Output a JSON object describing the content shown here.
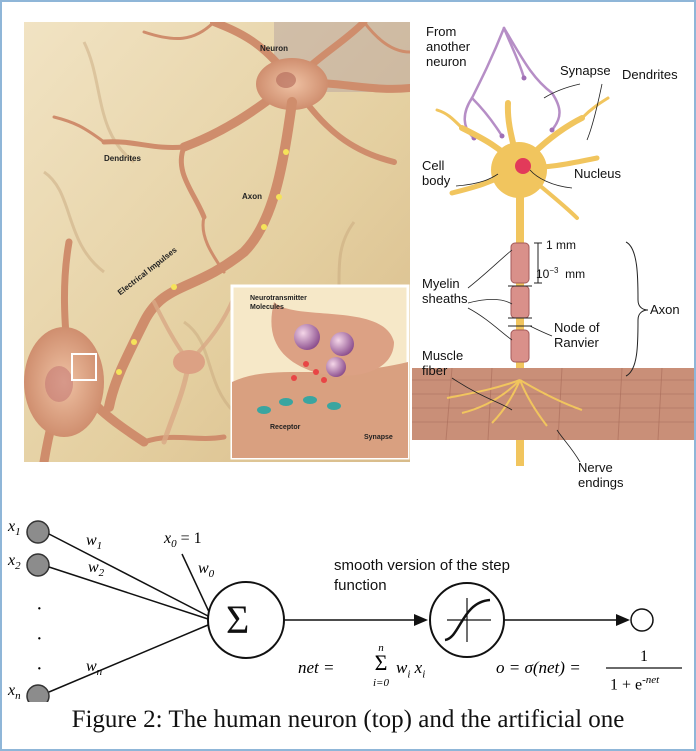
{
  "illustration_left": {
    "neuron": "Neuron",
    "dendrites": "Dendrites",
    "axon": "Axon",
    "electrical_impulses": "Electrical Impulses",
    "neurotransmitter": "Neurotransmitter",
    "molecules": "Molecules",
    "receptor": "Receptor",
    "synapse": "Synapse"
  },
  "illustration_right": {
    "from_line1": "From",
    "from_line2": "another",
    "from_line3": "neuron",
    "synapse": "Synapse",
    "dendrites": "Dendrites",
    "cell_body_line1": "Cell",
    "cell_body_line2": "body",
    "nucleus": "Nucleus",
    "one_mm": "1  mm",
    "ten_minus_3_base": "10",
    "ten_minus_3_exp": "−3",
    "ten_minus_3_unit": "mm",
    "myelin_line1": "Myelin",
    "myelin_line2": "sheaths",
    "axon": "Axon",
    "node_line1": "Node of",
    "node_line2": "Ranvier",
    "muscle_line1": "Muscle",
    "muscle_line2": "fiber",
    "nerve_line1": "Nerve",
    "nerve_line2": "endings"
  },
  "artificial": {
    "x1": "x",
    "x1_sub": "1",
    "x2": "x",
    "x2_sub": "2",
    "xn": "x",
    "xn_sub": "n",
    "x0": "x",
    "x0_sub": "0",
    "x0_val": " = 1",
    "w1": "w",
    "w1_sub": "1",
    "w2": "w",
    "w2_sub": "2",
    "wn": "w",
    "wn_sub": "n",
    "w0": "w",
    "w0_sub": "0",
    "dots": "·",
    "sigma": "Σ",
    "step_note_line1": "smooth version of the step",
    "step_note_line2": "function",
    "net_lhs": "net =",
    "sum_top": "n",
    "sum_sym": "Σ",
    "sum_bottom": "i=0",
    "sum_body": "w",
    "sum_body_sub": "i",
    "sum_body_x": " x",
    "sum_body_xsub": "i",
    "out_lhs": "o = σ(net) =",
    "frac_num": "1",
    "frac_den": "1 + e",
    "frac_exp": "-net"
  },
  "caption": "Figure 2: The human neuron (top) and the artificial one",
  "colors": {
    "frame_border": "#8fb6d8",
    "tissue_bg": "#e4cfa0",
    "neuron_body": "#d79877",
    "yellow_cell": "#f1c55e",
    "nucleus": "#e23a5a",
    "muscle": "#c98f78",
    "input_node": "#8c8c8c"
  }
}
